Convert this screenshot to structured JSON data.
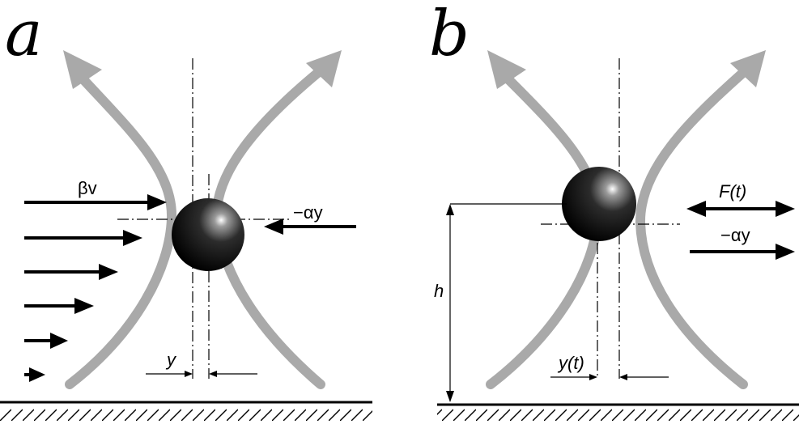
{
  "panel_a": {
    "letter": "a",
    "force_left_label": "βv",
    "force_right_label": "−αy",
    "displacement_label": "y"
  },
  "panel_b": {
    "letter": "b",
    "drive_force_label": "F(t)",
    "restoring_force_label": "−αy",
    "height_label": "h",
    "displacement_label": "y(t)"
  },
  "colors": {
    "flow_lines": "#a9a9a9",
    "ink": "#000000"
  }
}
